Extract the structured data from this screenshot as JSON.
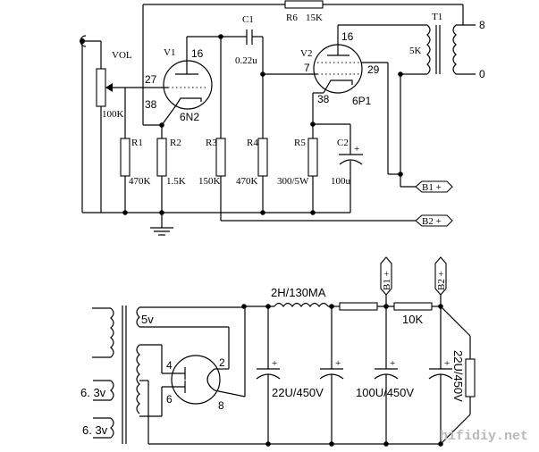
{
  "title": "6N2 + 6P1 single-ended tube amplifier schematic",
  "amplifier": {
    "input_jack": "input-jack",
    "vol": {
      "label": "VOL",
      "value": "100K"
    },
    "v1": {
      "ref": "V1",
      "type": "6N2",
      "pin_plate": "16",
      "pin_grid": "27",
      "pin_cathode": "38"
    },
    "v2": {
      "ref": "V2",
      "type": "6P1",
      "pin_plate": "16",
      "pin_grid": "7",
      "pin_screen": "29",
      "pin_cathode": "38"
    },
    "c1": {
      "ref": "C1",
      "value": "0.22u"
    },
    "c2": {
      "ref": "C2",
      "value": "100u",
      "polarity": "+"
    },
    "r1": {
      "ref": "R1",
      "value": "470K"
    },
    "r2": {
      "ref": "R2",
      "value": "1.5K"
    },
    "r3": {
      "ref": "R3",
      "value": "150K"
    },
    "r4": {
      "ref": "R4",
      "value": "470K"
    },
    "r5": {
      "ref": "R5",
      "value": "300/5W"
    },
    "r6": {
      "ref": "R6",
      "value": "15K"
    },
    "t1": {
      "ref": "T1",
      "primary": "5K",
      "tap_high": "8",
      "tap_low": "0"
    },
    "b1": "B1 +",
    "b2": "B2 +"
  },
  "power_supply": {
    "winding_5v": "5v",
    "winding_63v_a": "6. 3v",
    "winding_63v_b": "6. 3v",
    "rectifier_pins": {
      "p4": "4",
      "p6": "6",
      "p2": "2",
      "p8": "8"
    },
    "choke": "2H/130MA",
    "cap1": "22U/450V",
    "cap_mid": "100U/450V",
    "cap_last": "22U/450V",
    "resistor_b2": "10K",
    "b1": "B1 +",
    "b2": "B2 +",
    "plus": "+"
  },
  "watermark": "hifidiy.net"
}
